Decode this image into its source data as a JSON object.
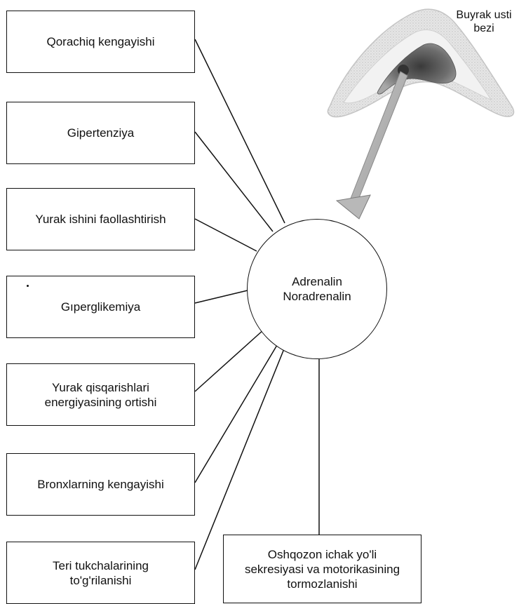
{
  "hub": {
    "label": "Adrenalin\nNoradrenalin"
  },
  "gland": {
    "label": "Buyrak usti\nbezi"
  },
  "effects": [
    {
      "label": "Qorachiq kengayishi"
    },
    {
      "label": "Gipertenziya"
    },
    {
      "label": "Yurak ishini faollashtirish"
    },
    {
      "label": "Gıperglikemiya"
    },
    {
      "label": "Yurak qisqarishlari\nenergiyasining ortishi"
    },
    {
      "label": "Bronxlarning kengayishi"
    },
    {
      "label": "Teri tukchalarining\nto'g'rilanishi"
    },
    {
      "label": "Oshqozon ichak yo'li\nsekresiyasi va motorikasining\ntormozlanishi"
    }
  ]
}
